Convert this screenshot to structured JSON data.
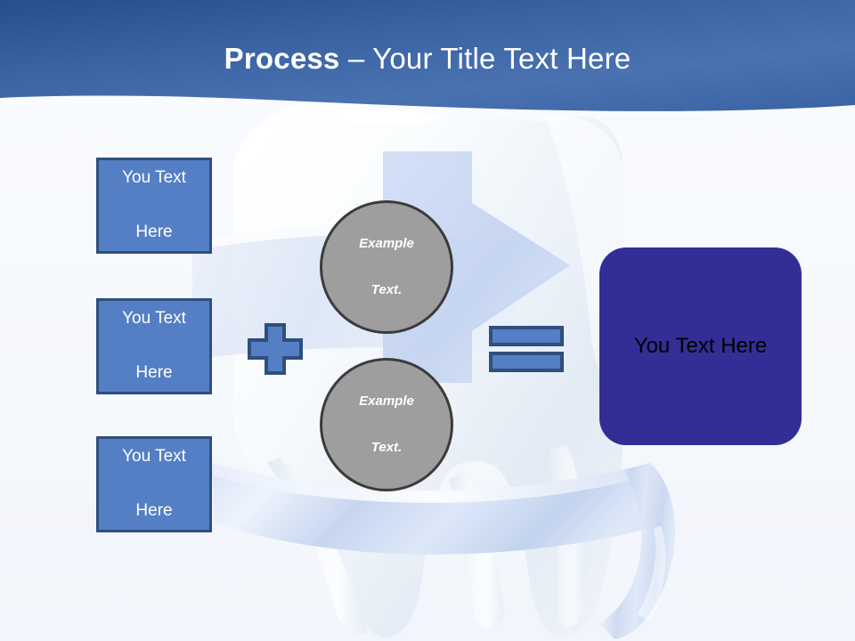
{
  "slide": {
    "title_strong": "Process",
    "title_rest": " – Your Title Text Here",
    "background_art": "tooth-with-ribbon-illustration"
  },
  "theme": {
    "header_gradient_start": "#2a5296",
    "header_gradient_end": "#4d74b4",
    "slide_background": "#f5f8fc",
    "box_fill": "#547fc4",
    "box_border": "#2f4f7c",
    "box_text": "#ffffff",
    "circle_fill": "#9e9e9e",
    "circle_border": "#3b3b3b",
    "circle_text": "#ffffff",
    "result_fill": "#332e95",
    "result_text": "#000000",
    "operator_fill": "#547fc4",
    "operator_border": "#2f4f7c",
    "ribbon_fill": "#c9d7f0",
    "arrow_fill": "#c5d4f0"
  },
  "inputs": [
    {
      "line1": "You Text",
      "line2": "Here"
    },
    {
      "line1": "You Text",
      "line2": "Here"
    },
    {
      "line1": "You Text",
      "line2": "Here"
    }
  ],
  "operators": {
    "plus": "+",
    "plus_icon": "plus-icon",
    "equals": "=",
    "equals_icon": "equals-icon"
  },
  "examples": [
    {
      "line1": "Example",
      "line2": "Text."
    },
    {
      "line1": "Example",
      "line2": "Text."
    }
  ],
  "result": {
    "label": "You Text Here"
  }
}
